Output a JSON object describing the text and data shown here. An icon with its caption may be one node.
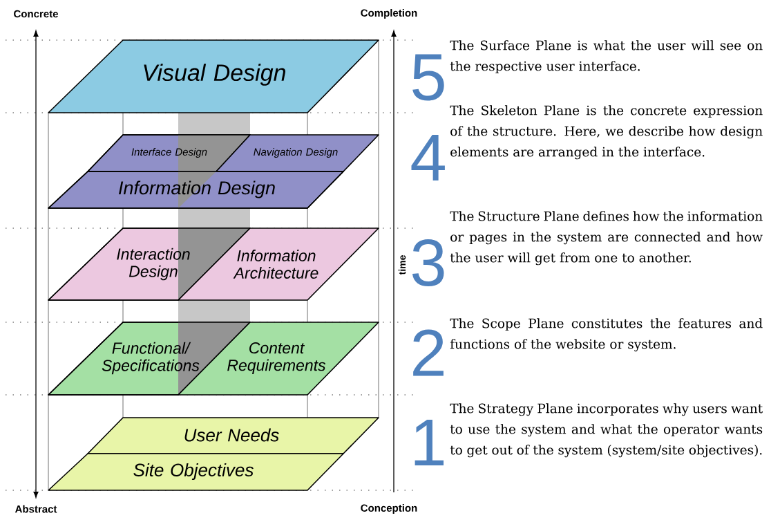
{
  "diagram": {
    "nodes": [
      {
        "text": [
          "Visual Design"
        ]
      },
      {
        "text": [
          "Interface Design"
        ]
      },
      {
        "text": [
          "Navigation Design"
        ]
      },
      {
        "text": [
          "Information Design"
        ]
      },
      {
        "text": [
          "Interaction Design"
        ]
      },
      {
        "text": [
          "Information Architecture"
        ]
      },
      {
        "text": [
          "Functional/ Specifications"
        ]
      },
      {
        "text": [
          "Content Requirements"
        ]
      },
      {
        "text": [
          "User Needs"
        ]
      },
      {
        "text": [
          "Site Objectives"
        ]
      }
    ],
    "labels": [
      "Concrete",
      "Completion",
      "5",
      "The Surface Plane is what the user will see on the respective user interface.",
      "4",
      "The Skeleton Plane is the concrete expression of the structure. Here, we describe how design elements are arranged in the interface.",
      "time",
      "3",
      "The Structure Plane defines how the information or pages in the system are connected and how the user will get from one to another.",
      "2",
      "The Scope Plane constitutes the features and functions of the website or system.",
      "1",
      "The Strategy Plane incorporates why users want to use the system and what the operator wants to get out of the system (system/site objectives).",
      "Abstract",
      "Conception"
    ]
  }
}
